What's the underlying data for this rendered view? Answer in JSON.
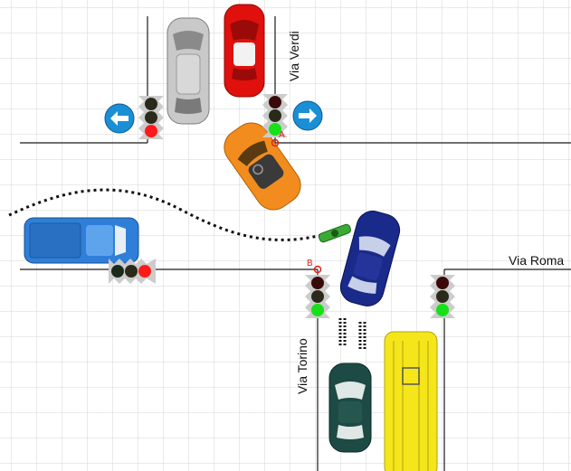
{
  "streets": {
    "via_verdi": "Via Verdi",
    "via_roma": "Via Roma",
    "via_torino": "Via Torino"
  },
  "points": {
    "a": "A",
    "b": "B"
  },
  "colors": {
    "grid": "#d6d6d6",
    "road_line": "#1a1a1a",
    "car_red": "#e0100c",
    "car_silver": "#c9c9c9",
    "car_orange": "#f28c1e",
    "car_blue": "#2f7fd9",
    "car_navy": "#1a2a8a",
    "car_teal": "#1e4a45",
    "bus_yellow": "#f5e61c",
    "motorbike_green": "#3aaa35",
    "arrow_sign": "#1a8fd6",
    "light_red": "#ff1a1a",
    "light_green": "#18e018",
    "light_off": "#2a2a1a"
  },
  "signs": [
    "arrow-left-sign",
    "arrow-right-sign"
  ],
  "traffic_lights": [
    {
      "id": "north-west",
      "active": "red"
    },
    {
      "id": "north-east",
      "active": "green"
    },
    {
      "id": "west",
      "active": "red"
    },
    {
      "id": "south",
      "active": "green"
    },
    {
      "id": "east",
      "active": "green"
    }
  ]
}
